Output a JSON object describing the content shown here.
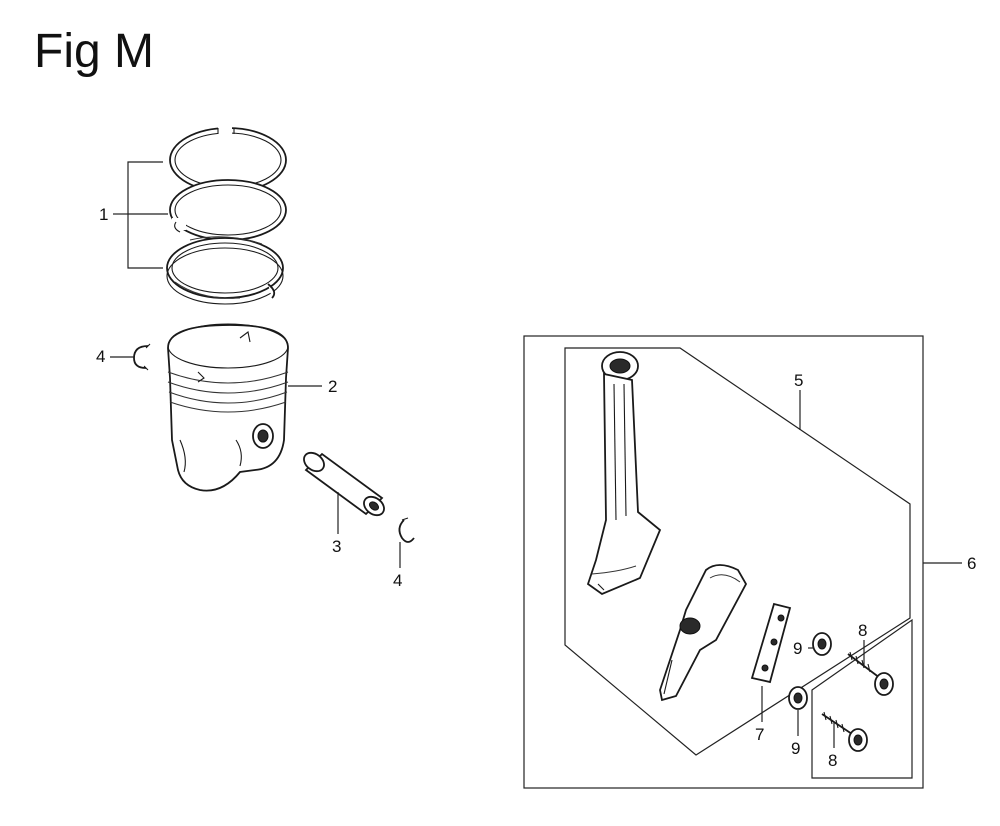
{
  "figure": {
    "title": "Fig M"
  },
  "callouts": {
    "c1": "1",
    "c2": "2",
    "c3": "3",
    "c4a": "4",
    "c4b": "4",
    "c5": "5",
    "c6": "6",
    "c7": "7",
    "c8a": "8",
    "c8b": "8",
    "c9a": "9",
    "c9b": "9"
  }
}
